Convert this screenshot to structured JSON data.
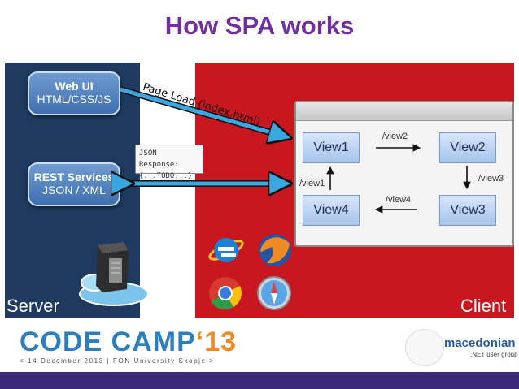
{
  "title": "How SPA works",
  "server": {
    "label": "Server",
    "web_ui": {
      "line1": "Web UI",
      "line2": "HTML/CSS/JS"
    },
    "rest": {
      "line1": "REST Services",
      "line2": "JSON / XML"
    }
  },
  "client": {
    "label": "Client",
    "views": {
      "v1": "View1",
      "v2": "View2",
      "v3": "View3",
      "v4": "View4"
    },
    "routes": {
      "r_view2": "/view2",
      "r_view3": "/view3",
      "r_view4": "/view4",
      "r_view1": "/view1"
    }
  },
  "arrows": {
    "page_load": "Page Load (index.html)",
    "json_response_1": "JSON Response:",
    "json_response_2": "{...TODO...}"
  },
  "footer": {
    "codecamp": "CODE CAMP",
    "codecamp_year": "‘13",
    "codecamp_sub": "< 14 December 2013 | FON University Skopje >",
    "org": "macedonian",
    "org_sub": ".NET user group"
  },
  "icons": [
    "server-icon",
    "cloud-icon",
    "ie-icon",
    "firefox-icon",
    "chrome-icon",
    "safari-icon"
  ],
  "colors": {
    "title": "#7030a0",
    "server_bg": "#1f3a5f",
    "client_bg": "#c8171e",
    "arrow": "#3aa7e0"
  }
}
